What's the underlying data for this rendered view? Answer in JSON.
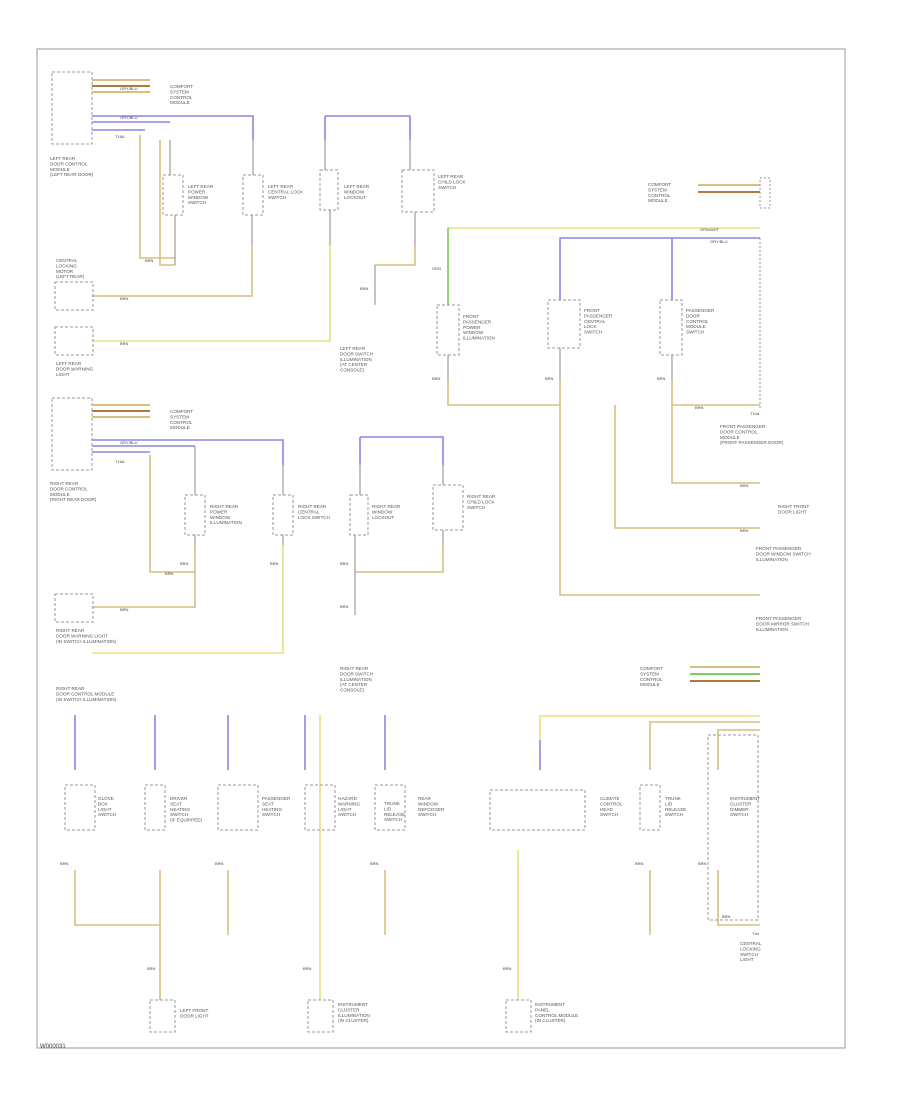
{
  "page": {
    "id": "W000031",
    "colors": {
      "blue": "#8c86e6",
      "tan": "#d8bf82",
      "brown": "#b07a3c",
      "green": "#7ecb6b",
      "yellow": "#e8e082",
      "line": "#888888",
      "frame": "#999999"
    }
  },
  "labels": {
    "l_fusebox1": "COMFORT\nSYSTEM\nCONTROL\nMODULE",
    "l_door_lr": "LEFT REAR\nDOOR CONTROL\nMODULE\n(LEFT REAR DOOR)",
    "l_sw_window_lr": "LEFT REAR\nPOWER\nWINDOW\nSWITCH",
    "l_sw_cl_lr": "LEFT REAR\nCENTRAL LOCK\nSWITCH",
    "l_sw_mirror_lr": "LEFT REAR\nWINDOW\nLOCKOUT",
    "l_sw_child_lr": "LEFT REAR\nCHILD LOCK\nSWITCH",
    "l_cl_module_l": "CENTRAL\nLOCKING\nMOTOR\n(LEFT REAR)",
    "l_lamp_lr": "LEFT REAR\nDOOR WARNING\nLIGHT",
    "l_center_note": "LEFT REAR\nDOOR SWITCH\nILLUMINATION\n(AT CENTER\nCONSOLE)",
    "l_fusebox2": "COMFORT\nSYSTEM\nCONTROL\nMODULE",
    "l_sw_window_rp": "FRONT\nPASSENGER\nPOWER\nWINDOW\nILLUMINATION",
    "l_sw_lock_rp": "FRONT\nPASSENGER\nCENTRAL\nLOCK\nSWITCH",
    "l_sw_door_rp": "PASSENGER\nDOOR\nCONTROL\nMODULE\nSWITCH",
    "l_door_rp": "FRONT PASSENGER\nDOOR CONTROL\nMODULE\n(FRONT PASSENGER DOOR)",
    "l_lamp_rf": "RIGHT FRONT\nDOOR LIGHT",
    "l_rp_window": "FRONT PASSENGER\nDOOR WINDOW SWITCH\nILLUMINATION",
    "l_rp_mirror": "FRONT PASSENGER\nDOOR MIRROR SWITCH\nILLUMINATION",
    "l_fusebox3": "COMFORT\nSYSTEM\nCONTROL\nMODULE",
    "l_door_rr": "RIGHT REAR\nDOOR CONTROL\nMODULE\n(RIGHT REAR DOOR)",
    "l_sw_window_rr": "RIGHT REAR\nPOWER\nWINDOW\nILLUMINATION",
    "l_sw_cl_rr": "RIGHT REAR\nCENTRAL\nLOCK SWITCH",
    "l_sw_lock_rr": "RIGHT REAR\nWINDOW\nLOCKOUT",
    "l_sw_child_rr": "RIGHT REAR\nCHILD LOCK\nSWITCH",
    "l_lamp_rr": "RIGHT REAR\nDOOR WARNING LIGHT\n(IN SWITCH ILLUMINATION)",
    "l_rr_module": "RIGHT REAR\nDOOR CONTROL MODULE\n(IN SWITCH ILLUMINATION)",
    "l_rr_top": "RIGHT REAR\nDOOR SWITCH\nILLUMINATION\n(AT CENTER\nCONSOLE)",
    "l_fusebox4": "COMFORT\nSYSTEM\nCONTROL\nMODULE",
    "l_glove": "GLOVE\nBOX\nLIGHT\nSWITCH",
    "l_seat_heat": "DRIVER\nSEAT\nHEATING\nSWITCH\n(IF EQUIPPED)",
    "l_seat_heat2": "PASSENGER\nSEAT\nHEATING\nSWITCH",
    "l_hazard": "HAZARD\nWARNING\nLIGHT\nSWITCH",
    "l_rear_defog": "REAR\nWINDOW\nDEFOGGER\nSWITCH",
    "l_climate": "CLIMATE\nCONTROL\nHEAD\nSWITCH",
    "l_trunk": "TRUNK\nLID\nRELEASE\nSWITCH",
    "l_ambient": "CENTRAL\nLOCKING\nSWITCH\nLIGHT",
    "l_lamp_lf": "LEFT FRONT\nDOOR LIGHT",
    "l_instr1": "INSTRUMENT\nCLUSTER\nDIMMER\nSWITCH",
    "l_instr2": "INSTRUMENT\nCLUSTER\nILLUMINATION\n(IN CLUSTER)",
    "l_instr3": "INSTRUMENT\nPANEL\nCONTROL MODULE\n(IN CLUSTER)"
  },
  "wire_labels": {
    "w_a": "GRN/WHT",
    "w_b": "BRN",
    "w_c": "GRY/BLU",
    "w_d": "BRN",
    "w_e": "GRN",
    "w_f": "BRN",
    "w_g": "BRN",
    "w_h": "BRN",
    "w_i": "BRN",
    "w_j": "BRN",
    "w_k": "BRN",
    "w_l": "BRN",
    "w_m": "BRN",
    "w_n": "BRN",
    "w_o": "BRN",
    "w_p": "BRN",
    "w_q": "BRN",
    "w_r": "BRN",
    "w_s": "BRN",
    "w_t": "BRN",
    "w_u": "BRN",
    "w_v": "BRN",
    "w_w": "BRN",
    "w_x": "BRN",
    "w_y": "BRN",
    "w_z": "BRN",
    "w_aa": "BRN",
    "w_ab": "BRN",
    "t1": "T16A",
    "t2": "T16A",
    "t3": "T10a",
    "t4": "T4d",
    "c1": "GRY/BLU",
    "c2": "GRY/BLU",
    "c3": "GRY/BLU"
  }
}
